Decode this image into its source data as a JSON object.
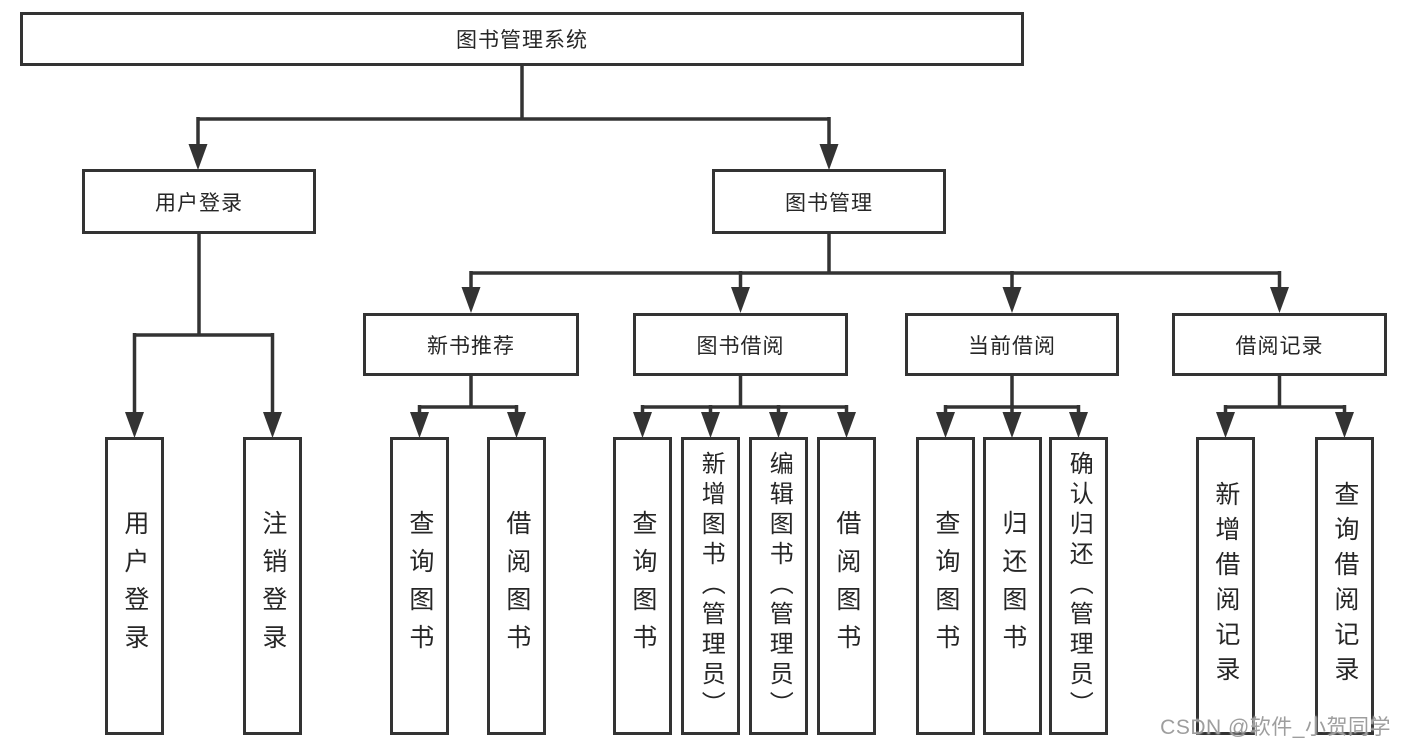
{
  "colors": {
    "line": "#333333",
    "border": "#333333",
    "text": "#262626",
    "background": "#ffffff",
    "watermark": "#9e9e9e"
  },
  "watermark": {
    "text": "CSDN @软件_小贺同学"
  },
  "diagram": {
    "root": {
      "label": "图书管理系统"
    },
    "level2": [
      {
        "label": "用户登录"
      },
      {
        "label": "图书管理"
      }
    ],
    "level3": [
      {
        "label": "新书推荐"
      },
      {
        "label": "图书借阅"
      },
      {
        "label": "当前借阅"
      },
      {
        "label": "借阅记录"
      }
    ],
    "leaves": {
      "user_login": [
        {
          "label": "用户登录"
        },
        {
          "label": "注销登录"
        }
      ],
      "new_book": [
        {
          "label": "查询图书"
        },
        {
          "label": "借阅图书"
        }
      ],
      "book_borrow": [
        {
          "label": "查询图书"
        },
        {
          "label": "新增图书（管理员）"
        },
        {
          "label": "编辑图书（管理员）"
        },
        {
          "label": "借阅图书"
        }
      ],
      "current_borrow": [
        {
          "label": "查询图书"
        },
        {
          "label": "归还图书"
        },
        {
          "label": "确认归还（管理员）"
        }
      ],
      "borrow_record": [
        {
          "label": "新增借阅记录"
        },
        {
          "label": "查询借阅记录"
        }
      ]
    }
  }
}
